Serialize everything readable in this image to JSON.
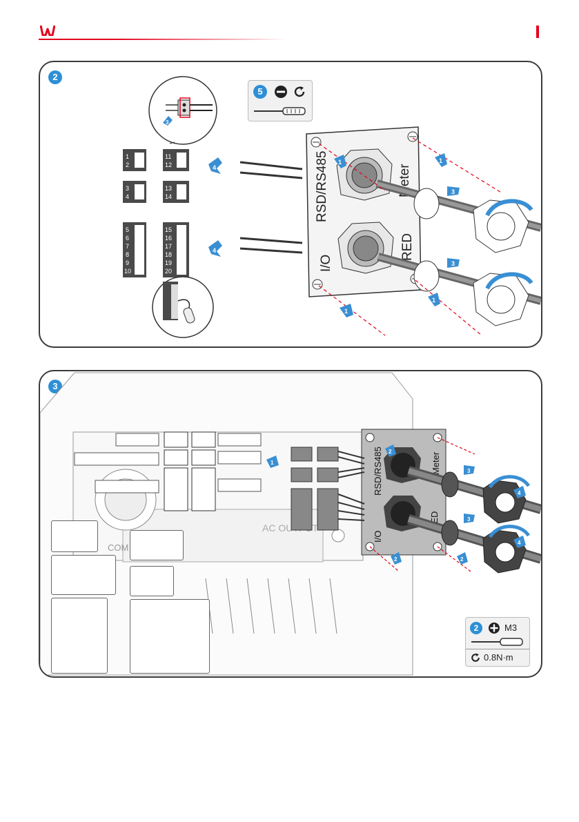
{
  "header": {
    "logo": "W",
    "page_marker": "I"
  },
  "panel2": {
    "step": "2",
    "tool": {
      "step": "5"
    },
    "labels": {
      "rsd": "RSD/RS485",
      "meter": "Meter",
      "io": "I/O",
      "red": "RED"
    },
    "terminals_top": [
      "1",
      "2",
      "11",
      "12",
      "3",
      "4",
      "13",
      "14"
    ],
    "terminals_bottom": [
      "5",
      "6",
      "7",
      "8",
      "9",
      "10",
      "15",
      "16",
      "17",
      "18",
      "19",
      "20"
    ],
    "arrows": {
      "a1": "1",
      "a3": "3",
      "a4": "4",
      "a5": "5"
    }
  },
  "panel3": {
    "step": "3",
    "labels": {
      "rsd": "RSD/RS485",
      "meter": "Meter",
      "io": "I/O",
      "red": "RED",
      "ac_out": "AC OUTPUT",
      "com": "COM"
    },
    "tool": {
      "step": "2",
      "screw": "M3",
      "torque": "0.8N·m"
    },
    "arrows": {
      "a1": "1",
      "a2": "2",
      "a3": "3",
      "a4": "4"
    }
  },
  "colors": {
    "brand": "#e3001b",
    "step_blue": "#2d8fd6",
    "arrow_blue": "#3a8fd3",
    "dash_red": "#e3001b"
  }
}
